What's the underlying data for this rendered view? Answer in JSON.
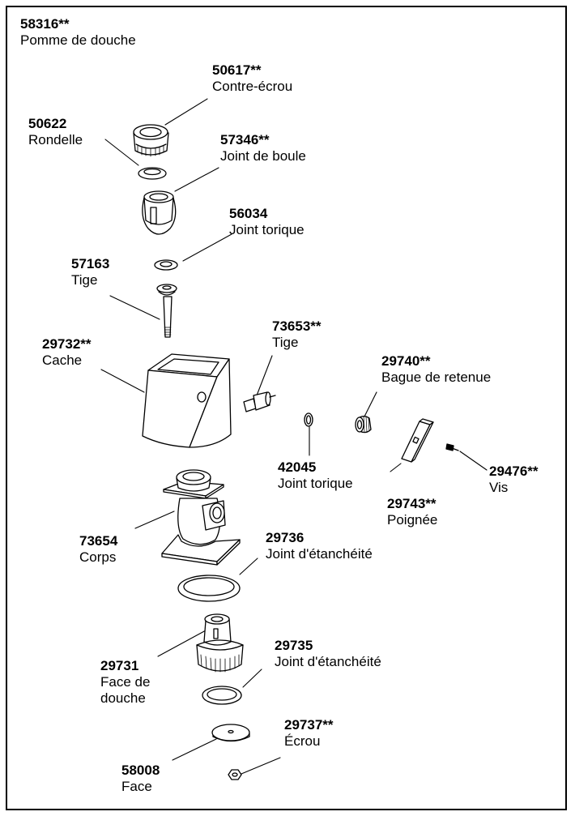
{
  "parts": [
    {
      "id": "shower-head",
      "number": "58316**",
      "name": "Pomme de douche"
    },
    {
      "id": "lock-nut",
      "number": "50617**",
      "name": "Contre-écrou"
    },
    {
      "id": "washer",
      "number": "50622",
      "name": "Rondelle"
    },
    {
      "id": "ball-seal",
      "number": "57346**",
      "name": "Joint de boule"
    },
    {
      "id": "o-ring-top",
      "number": "56034",
      "name": "Joint torique"
    },
    {
      "id": "stem-top",
      "number": "57163",
      "name": "Tige"
    },
    {
      "id": "cover",
      "number": "29732**",
      "name": "Cache"
    },
    {
      "id": "stem-side",
      "number": "73653**",
      "name": "Tige"
    },
    {
      "id": "retaining-ring",
      "number": "29740**",
      "name": "Bague de retenue"
    },
    {
      "id": "o-ring-side",
      "number": "42045",
      "name": "Joint torique"
    },
    {
      "id": "screw",
      "number": "29476**",
      "name": "Vis"
    },
    {
      "id": "handle",
      "number": "29743**",
      "name": "Poignée"
    },
    {
      "id": "body",
      "number": "73654",
      "name": "Corps"
    },
    {
      "id": "gasket-upper",
      "number": "29736",
      "name": "Joint d'étanchéité"
    },
    {
      "id": "shower-face-body",
      "number": "29731",
      "name": "Face de douche"
    },
    {
      "id": "gasket-lower",
      "number": "29735",
      "name": "Joint d'étanchéité"
    },
    {
      "id": "nut",
      "number": "29737**",
      "name": "Écrou"
    },
    {
      "id": "face",
      "number": "58008",
      "name": "Face"
    }
  ]
}
